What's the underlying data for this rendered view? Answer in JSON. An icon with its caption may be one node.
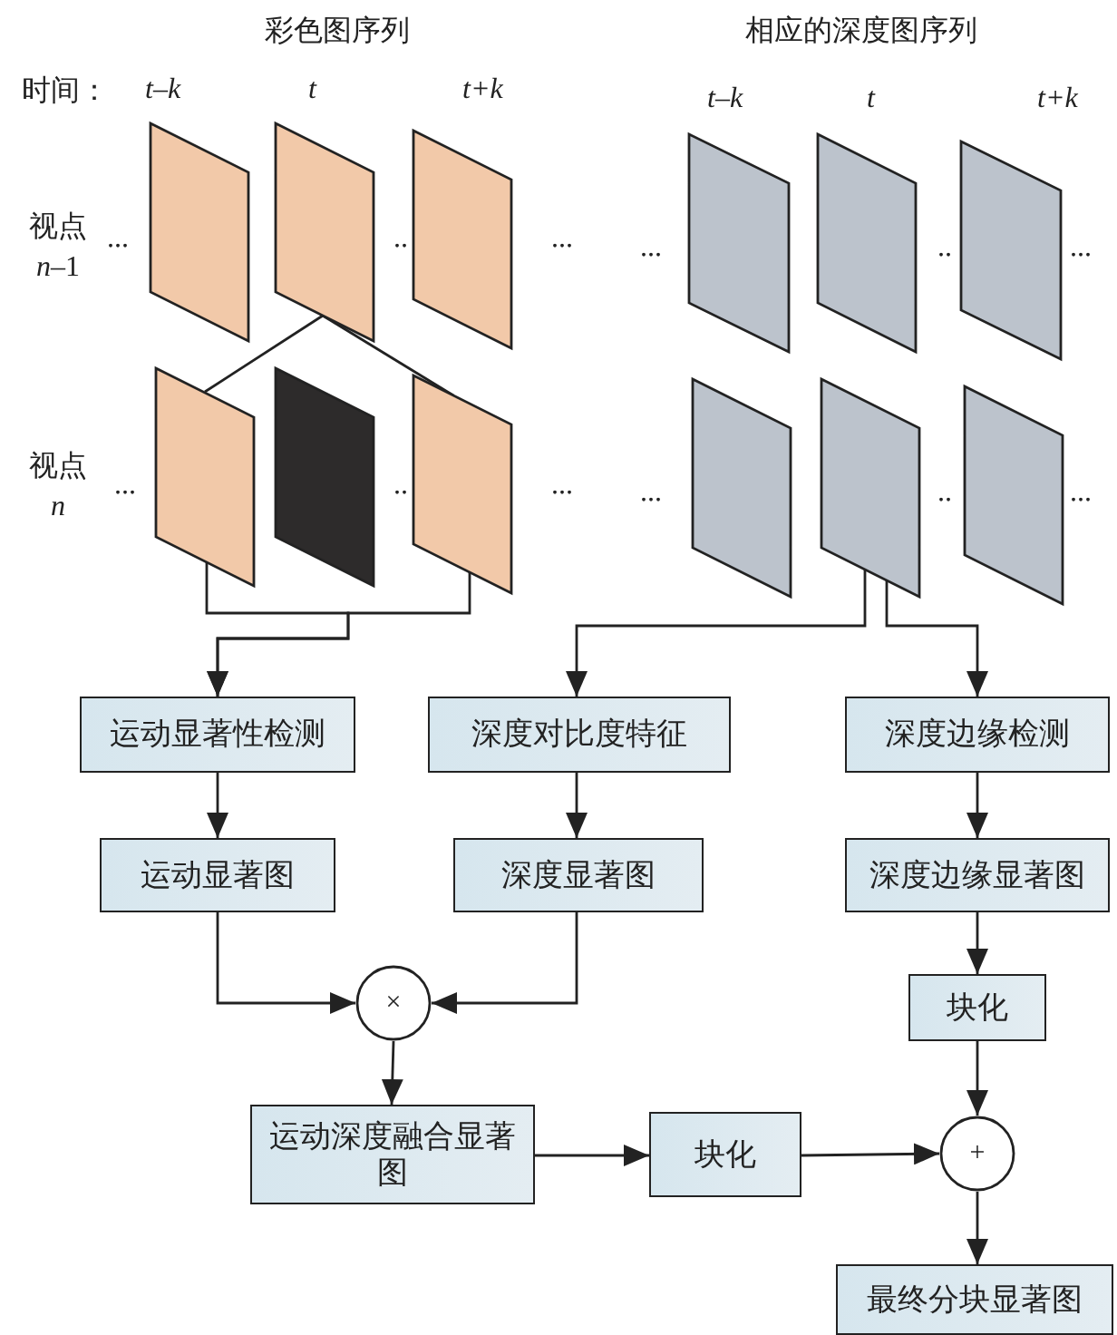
{
  "diagram": {
    "nodes": [
      {
        "text": [],
        "shape": "parallelogram"
      },
      {
        "text": [],
        "shape": "parallelogram"
      },
      {
        "text": [],
        "shape": "parallelogram"
      },
      {
        "text": [],
        "shape": "parallelogram"
      },
      {
        "text": [],
        "shape": "parallelogram"
      },
      {
        "text": [],
        "shape": "parallelogram"
      },
      {
        "text": [],
        "shape": "parallelogram"
      },
      {
        "text": [],
        "shape": "parallelogram"
      },
      {
        "text": [],
        "shape": "parallelogram"
      },
      {
        "text": [],
        "shape": "parallelogram"
      },
      {
        "text": [],
        "shape": "parallelogram"
      },
      {
        "text": [],
        "shape": "parallelogram"
      },
      {
        "text": [
          "运动显著性检测"
        ]
      },
      {
        "text": [
          "深度对比度特征"
        ]
      },
      {
        "text": [
          "深度边缘检测"
        ]
      },
      {
        "text": [
          "运动显著图"
        ]
      },
      {
        "text": [
          "深度显著图"
        ]
      },
      {
        "text": [
          "深度边缘显著图"
        ]
      },
      {
        "text": [
          "×"
        ]
      },
      {
        "text": [
          "块化"
        ]
      },
      {
        "text": [
          "运动深度融合显著图"
        ]
      },
      {
        "text": [
          "块化"
        ]
      },
      {
        "text": [
          "+"
        ]
      },
      {
        "text": [
          "最终分块显著图"
        ]
      }
    ],
    "edges": [
      {
        "from": 1,
        "to": 6,
        "arrow": "none"
      },
      {
        "from": 1,
        "to": 8,
        "arrow": "none"
      },
      {
        "from": 6,
        "to": 12,
        "arrow": "to"
      },
      {
        "from": 8,
        "to": 12,
        "arrow": "to"
      },
      {
        "from": 10,
        "to": 13,
        "arrow": "to"
      },
      {
        "from": 10,
        "to": 14,
        "arrow": "to"
      },
      {
        "from": 12,
        "to": 15,
        "arrow": "to"
      },
      {
        "from": 13,
        "to": 16,
        "arrow": "to"
      },
      {
        "from": 14,
        "to": 17,
        "arrow": "to"
      },
      {
        "from": 15,
        "to": 18,
        "arrow": "to"
      },
      {
        "from": 16,
        "to": 18,
        "arrow": "to"
      },
      {
        "from": 18,
        "to": 20,
        "arrow": "to"
      },
      {
        "from": 17,
        "to": 19,
        "arrow": "to"
      },
      {
        "from": 19,
        "to": 22,
        "arrow": "to"
      },
      {
        "from": 20,
        "to": 21,
        "arrow": "to"
      },
      {
        "from": 21,
        "to": 22,
        "arrow": "to"
      },
      {
        "from": 22,
        "to": 23,
        "arrow": "to"
      }
    ],
    "labels": [
      "彩色图序列",
      "相应的深度图序列",
      "时间：",
      "t–k",
      "t",
      "t+k",
      "t–k",
      "t",
      "t+k",
      "视点 *n*–1",
      "...",
      "..",
      "...",
      "...",
      "..",
      "...",
      "视点 *n*",
      "...",
      "..",
      "...",
      "...",
      "..",
      "..."
    ]
  }
}
